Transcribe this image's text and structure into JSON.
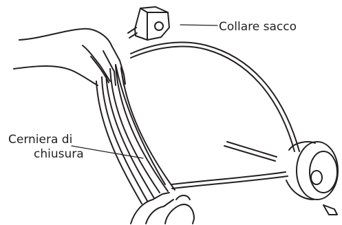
{
  "labels": {
    "collar": "Collare sacco",
    "zipper_line1": "Cerniera di",
    "zipper_line2": "chiusura"
  }
}
